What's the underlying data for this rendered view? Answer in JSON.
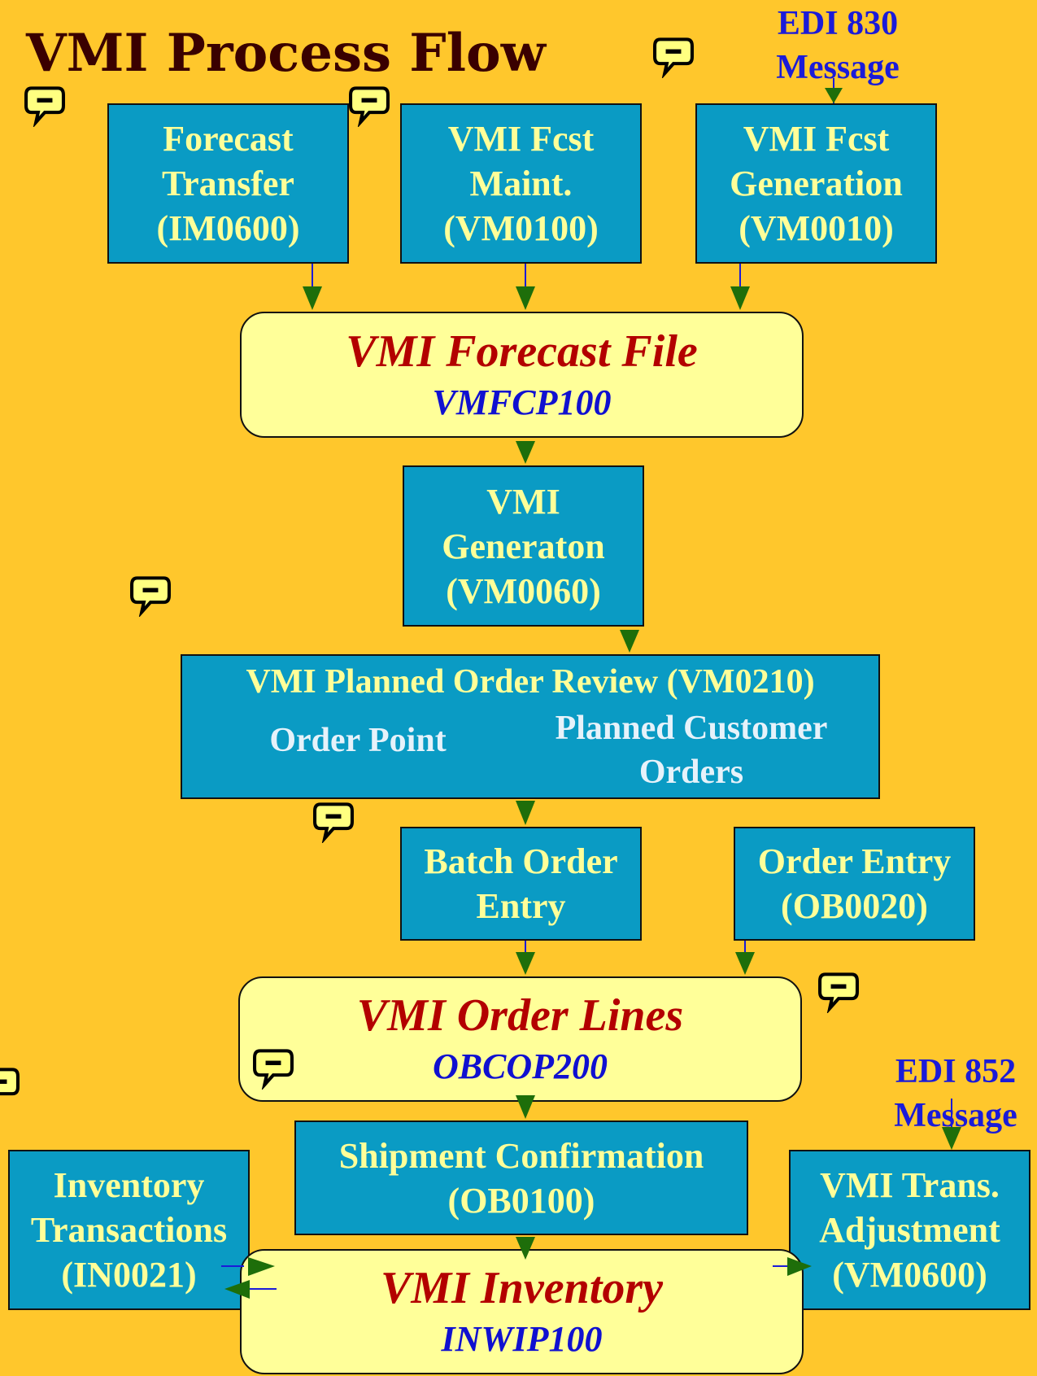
{
  "title": "VMI Process Flow",
  "edi830": {
    "line1": "EDI 830",
    "line2": "Message"
  },
  "edi852": {
    "line1": "EDI 852",
    "line2": "Message"
  },
  "boxes": {
    "forecast_transfer": [
      "Forecast",
      "Transfer",
      "(IM0600)"
    ],
    "fcst_maint": [
      "VMI Fcst",
      "Maint.",
      "(VM0100)"
    ],
    "fcst_generation": [
      "VMI Fcst",
      "Generation",
      "(VM0010)"
    ],
    "vmi_generation": [
      "VMI",
      "Generaton",
      "(VM0060)"
    ],
    "batch_order_entry": [
      "Batch Order",
      "Entry"
    ],
    "order_entry": [
      "Order Entry",
      "(OB0020)"
    ],
    "shipment_confirmation": [
      "Shipment Confirmation",
      "(OB0100)"
    ],
    "inventory_transactions": [
      "Inventory",
      "Transactions",
      "(IN0021)"
    ],
    "trans_adjustment": [
      "VMI Trans.",
      "Adjustment",
      "(VM0600)"
    ]
  },
  "review": {
    "header": "VMI Planned Order Review (VM0210)",
    "order_point": "Order Point",
    "planned_customer": [
      "Planned Customer",
      "Orders"
    ]
  },
  "files": {
    "forecast": {
      "name": "VMI Forecast File",
      "code": "VMFCP100"
    },
    "order_lines": {
      "name": "VMI Order Lines",
      "code": "OBCOP200"
    },
    "inventory": {
      "name": "VMI Inventory",
      "code": "INWIP100"
    }
  },
  "colors": {
    "background": "#FFC72C",
    "box": "#0A9BC4",
    "box_text": "#FFFF99",
    "file": "#FFFF99",
    "file_name": "#B30000",
    "file_code": "#1010D0",
    "arrow": "#1E6E0A",
    "edi_text": "#1B1BD8"
  },
  "icons": {
    "comment": "comment-icon"
  }
}
